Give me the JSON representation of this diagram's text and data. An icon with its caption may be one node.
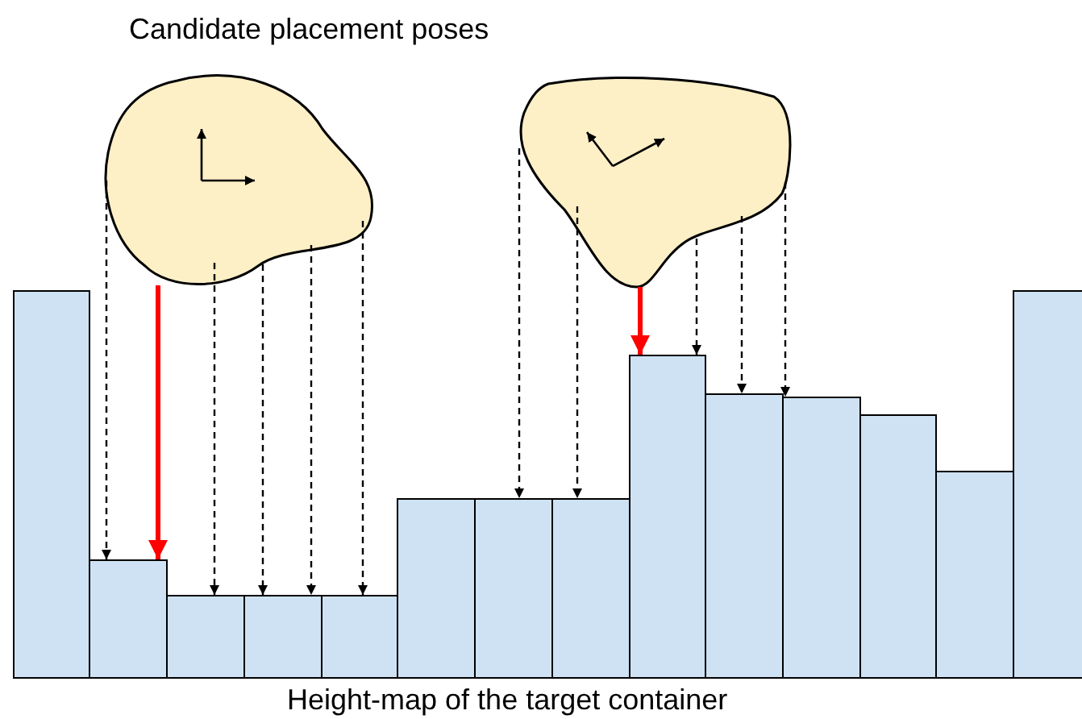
{
  "diagram": {
    "title": "Candidate placement poses",
    "caption": "Height-map of the target container",
    "nodes": [
      {
        "text": [],
        "shape": "blob"
      },
      {
        "text": [],
        "shape": "blob"
      },
      {
        "text": [],
        "shape": "bar"
      },
      {
        "text": [],
        "shape": "bar"
      },
      {
        "text": [],
        "shape": "bar"
      },
      {
        "text": [],
        "shape": "bar"
      },
      {
        "text": [],
        "shape": "bar"
      },
      {
        "text": [],
        "shape": "bar"
      },
      {
        "text": [],
        "shape": "bar"
      },
      {
        "text": [],
        "shape": "bar"
      },
      {
        "text": [],
        "shape": "bar"
      },
      {
        "text": [],
        "shape": "bar"
      },
      {
        "text": [],
        "shape": "bar"
      },
      {
        "text": [],
        "shape": "bar"
      },
      {
        "text": [],
        "shape": "bar"
      },
      {
        "text": [],
        "shape": "bar"
      }
    ],
    "edges": [
      {
        "from": 0,
        "to": 3,
        "arrow": "to",
        "style": "dashed"
      },
      {
        "from": 0,
        "to": 3,
        "arrow": "to",
        "style": "thick",
        "color": "#ff0000"
      },
      {
        "from": 0,
        "to": 4,
        "arrow": "to",
        "style": "dashed"
      },
      {
        "from": 0,
        "to": 5,
        "arrow": "to",
        "style": "dashed"
      },
      {
        "from": 0,
        "to": 6,
        "arrow": "to",
        "style": "dashed"
      },
      {
        "from": 0,
        "to": 6,
        "arrow": "to",
        "style": "dashed"
      },
      {
        "from": 1,
        "to": 8,
        "arrow": "to",
        "style": "dashed"
      },
      {
        "from": 1,
        "to": 9,
        "arrow": "to",
        "style": "dashed"
      },
      {
        "from": 1,
        "to": 10,
        "arrow": "to",
        "style": "thick",
        "color": "#ff0000"
      },
      {
        "from": 1,
        "to": 10,
        "arrow": "to",
        "style": "dashed"
      },
      {
        "from": 1,
        "to": 11,
        "arrow": "to",
        "style": "dashed"
      },
      {
        "from": 1,
        "to": 12,
        "arrow": "to",
        "style": "dashed"
      }
    ]
  }
}
